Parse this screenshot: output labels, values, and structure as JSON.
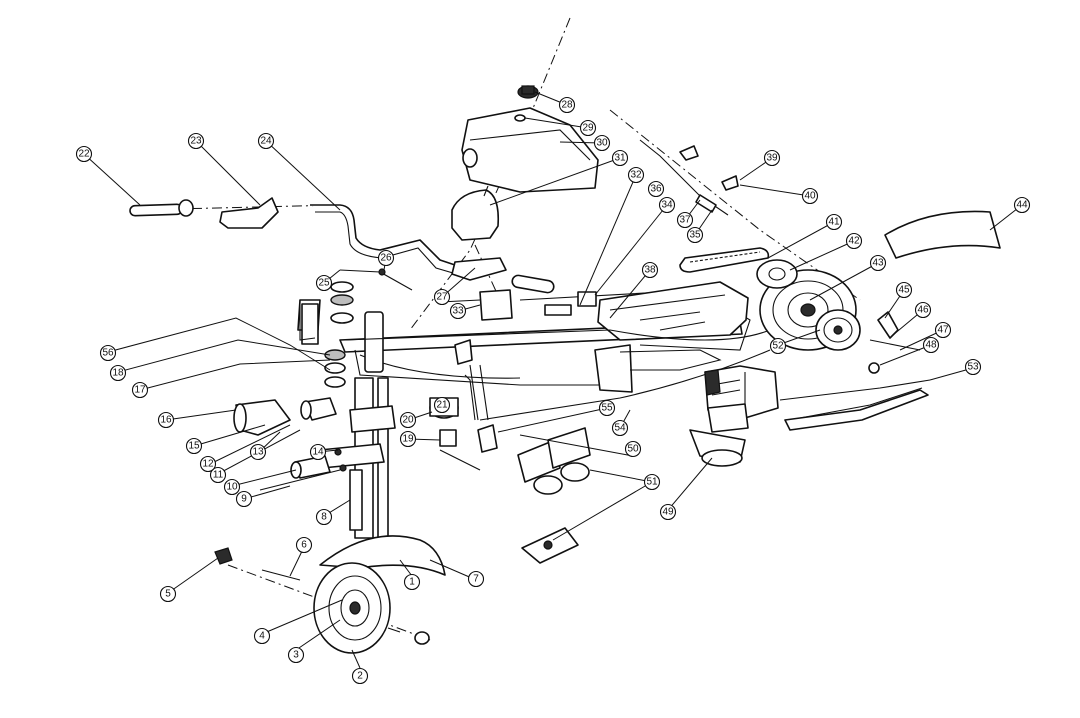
{
  "diagram": {
    "callouts": [
      "1",
      "2",
      "3",
      "4",
      "5",
      "6",
      "7",
      "8",
      "9",
      "10",
      "11",
      "12",
      "13",
      "14",
      "15",
      "16",
      "17",
      "18",
      "19",
      "20",
      "21",
      "22",
      "23",
      "24",
      "25",
      "26",
      "27",
      "28",
      "29",
      "30",
      "31",
      "32",
      "33",
      "34",
      "35",
      "36",
      "37",
      "38",
      "39",
      "40",
      "41",
      "42",
      "43",
      "44",
      "45",
      "46",
      "47",
      "48",
      "49",
      "50",
      "51",
      "52",
      "53",
      "54",
      "55",
      "56"
    ]
  },
  "colors": {
    "ink": "#111111",
    "paper": "#ffffff",
    "shade": "#2b2b2b"
  }
}
